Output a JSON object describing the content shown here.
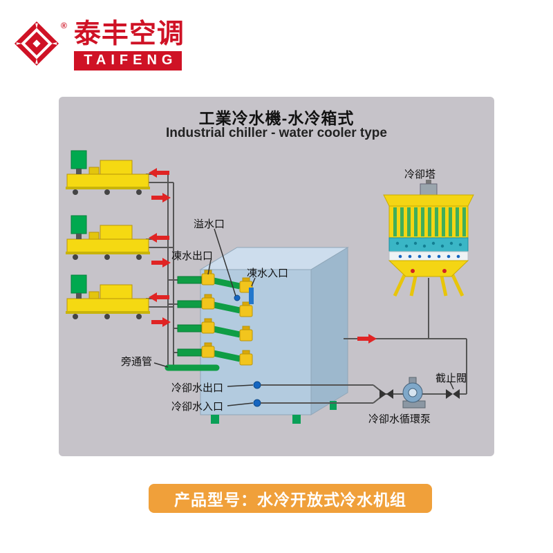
{
  "logo": {
    "brand_cn": "泰丰空调",
    "brand_en": "TAIFENG",
    "registered_mark": "®"
  },
  "diagram": {
    "title_cn": "工業冷水機-水冷箱式",
    "title_en": "Industrial chiller - water cooler type",
    "labels": {
      "overflow_port": "溢水口",
      "chilled_water_outlet": "凍水出口",
      "chilled_water_inlet": "凍水入口",
      "bypass_pipe": "旁通管",
      "cooling_water_outlet": "冷卻水出口",
      "cooling_water_inlet": "冷卻水入口",
      "cooling_tower": "冷卻塔",
      "stop_valve": "截止閥",
      "circulation_pump": "冷卻水循環泵"
    }
  },
  "banner": {
    "text": "产品型号：水冷开放式冷水机组"
  },
  "colors": {
    "brand_red": "#cf1225",
    "panel_gray": "#c6c3c9",
    "banner_orange": "#f0a03a",
    "machine_yellow": "#f5d912",
    "machine_green": "#00a94f",
    "pipe_green": "#0f9d45",
    "chiller_blue_front": "#b3cbdf",
    "chiller_blue_top": "#cddded",
    "chiller_blue_side": "#9db8cd",
    "valve_yellow": "#f2c51d",
    "arrow_red": "#e02424",
    "port_blue": "#1565c0",
    "tower_yellow": "#f4d514",
    "tower_teal": "#3ab6c6"
  }
}
